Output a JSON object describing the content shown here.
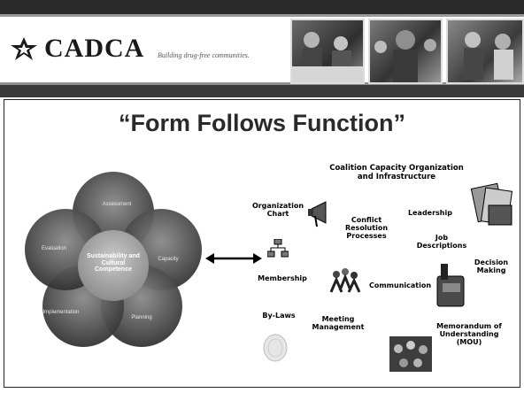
{
  "header": {
    "logo_text": "CADCA",
    "logo_mark": "star-icon",
    "tagline": "Building drug-free communities."
  },
  "slide": {
    "title": "Form Follows Function",
    "title_open_quote": "“",
    "title_close_quote": "”"
  },
  "cycle": {
    "center": "Sustainability and Cultural Competence",
    "phases": [
      "Assessment",
      "Capacity",
      "Planning",
      "Implementation",
      "Evaluation"
    ]
  },
  "nodes": {
    "capacity_header": "Coalition Capacity Organization and Infrastructure",
    "org_chart": "Organization Chart",
    "conflict": "Conflict Resolution Processes",
    "leadership": "Leadership",
    "job_desc": "Job Descriptions",
    "decision": "Decision Making",
    "membership": "Membership",
    "communication": "Communication",
    "bylaws": "By-Laws",
    "meeting": "Meeting Management",
    "mou": "Memorandum of Understanding (MOU)"
  },
  "colors": {
    "header_bar": "#2b2b2b",
    "petal_dark": "#3d3d3d",
    "petal_mid": "#6f6f6f",
    "center": "#a9a9a9"
  }
}
